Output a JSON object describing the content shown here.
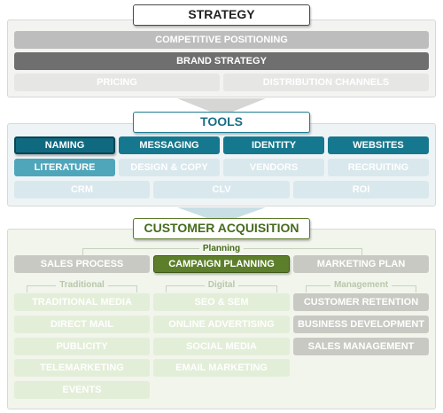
{
  "strategy": {
    "title": "STRATEGY",
    "row1": "COMPETITIVE POSITIONING",
    "row2": "BRAND STRATEGY",
    "row3": [
      "PRICING",
      "DISTRIBUTION CHANNELS"
    ]
  },
  "tools": {
    "title": "TOOLS",
    "row1": [
      "NAMING",
      "MESSAGING",
      "IDENTITY",
      "WEBSITES"
    ],
    "row2": [
      "LITERATURE",
      "DESIGN & COPY",
      "VENDORS",
      "RECRUITING"
    ],
    "row3": [
      "CRM",
      "CLV",
      "ROI"
    ]
  },
  "customer": {
    "title": "CUSTOMER ACQUISITION",
    "planning_label": "Planning",
    "planning": [
      "SALES PROCESS",
      "CAMPAIGN PLANNING",
      "MARKETING PLAN"
    ],
    "traditional_label": "Traditional",
    "digital_label": "Digital",
    "management_label": "Management",
    "traditional": [
      "TRADITIONAL MEDIA",
      "DIRECT MAIL",
      "PUBLICITY",
      "TELEMARKETING",
      "EVENTS"
    ],
    "digital": [
      "SEO & SEM",
      "ONLINE ADVERTISING",
      "SOCIAL MEDIA",
      "EMAIL MARKETING"
    ],
    "management": [
      "CUSTOMER RETENTION",
      "BUSINESS DEVELOPMENT",
      "SALES MANAGEMENT"
    ]
  },
  "colors": {
    "strategy_accent": "#6f6f6f",
    "tools_accent": "#16788e",
    "customer_accent": "#5d7f2c"
  }
}
